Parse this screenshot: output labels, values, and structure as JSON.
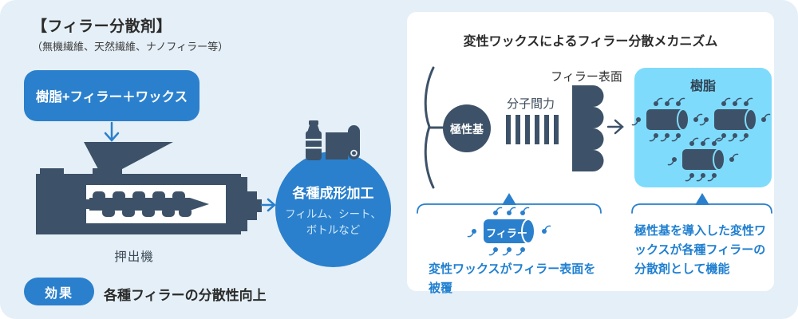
{
  "colors": {
    "panel_bg": "#e5eff7",
    "accent_blue": "#2a80cc",
    "dark_slate": "#3d5268",
    "resin_bg": "#7edbfb",
    "blue_text": "#1f7fd0",
    "card_bg": "#ffffff"
  },
  "left": {
    "title": "【フィラー分散剤】",
    "subtitle": "（無機繊維、天然繊維、ナノフィラー等）",
    "mixture_box": "樹脂+フィラー＋ワックス",
    "extruder_label": "押出機",
    "circle_title": "各種成形加工",
    "circle_line1": "フィルム、シート、",
    "circle_line2": "ボトルなど",
    "effect_badge": "効果",
    "effect_text": "各種フィラーの分散性向上"
  },
  "right": {
    "title": "変性ワックスによるフィラー分散メカニズム",
    "polar_group": "極性基",
    "molecular_force": "分子間力",
    "filler_surface": "フィラー表面",
    "resin": "樹脂",
    "filler": "フィラー",
    "caption_left": "変性ワックスがフィラー表面を被覆",
    "caption_right": "極性基を導入した変性ワックスが各種フィラーの分散剤として機能"
  }
}
